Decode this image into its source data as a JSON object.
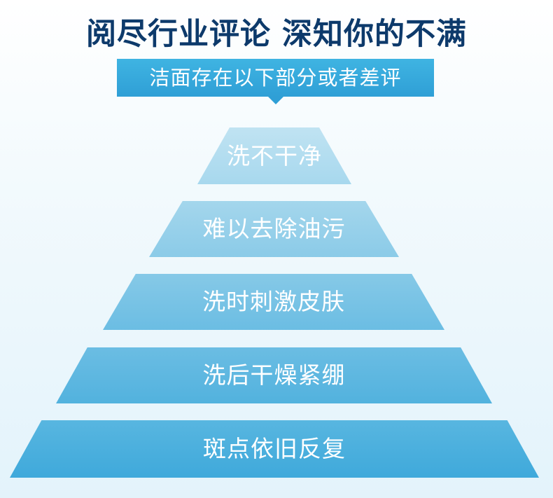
{
  "headline": "阅尽行业评论 深知你的不满",
  "tag": "洁面存在以下部分或者差评",
  "pyramid": {
    "tiers": [
      {
        "label": "洗不干净"
      },
      {
        "label": "难以去除油污"
      },
      {
        "label": "洗时刺激皮肤"
      },
      {
        "label": "洗后干燥紧绷"
      },
      {
        "label": "斑点依旧反复"
      }
    ]
  }
}
